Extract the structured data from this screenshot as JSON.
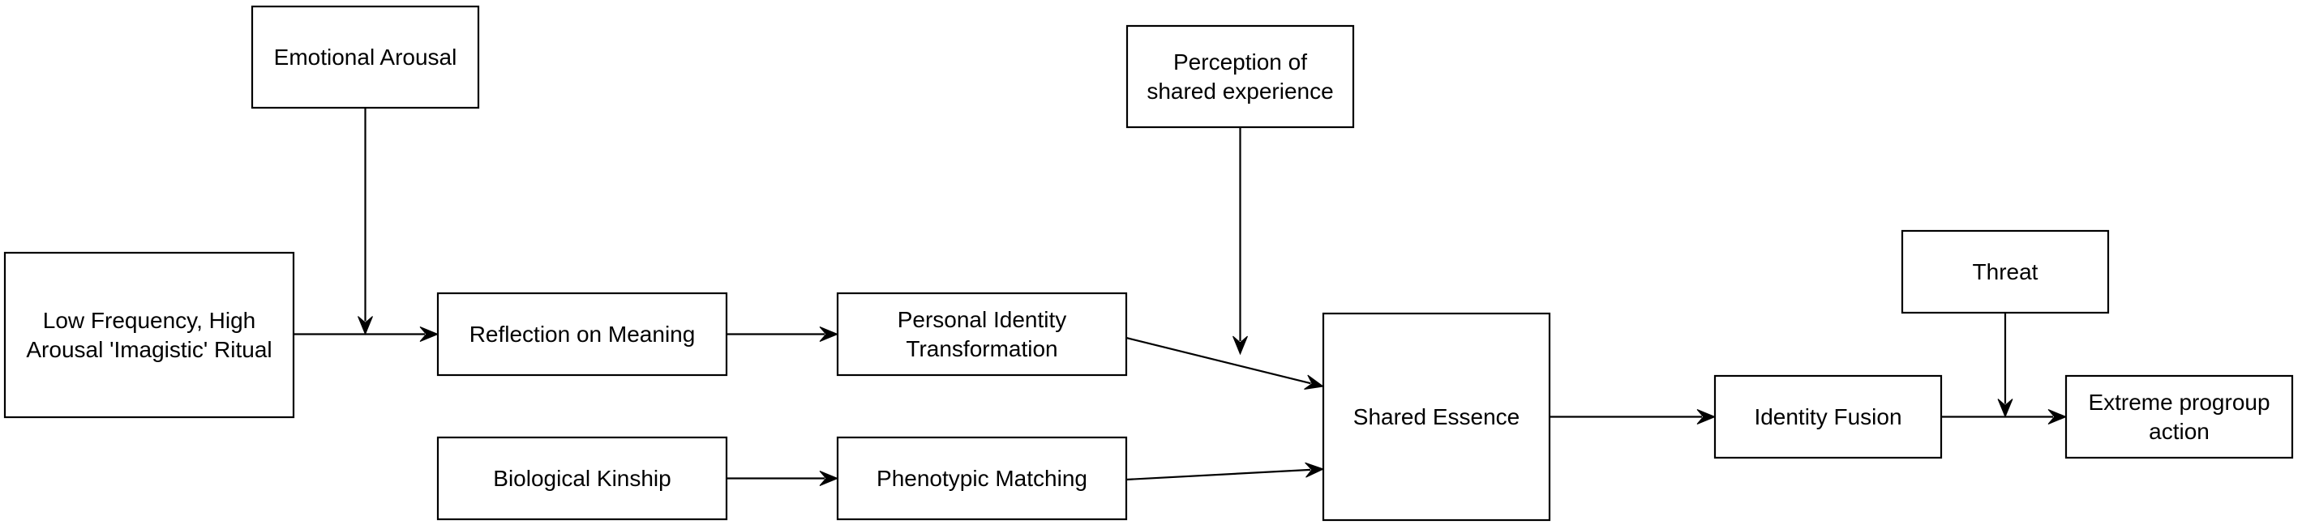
{
  "diagram": {
    "nodes": [
      {
        "id": "emotional_arousal",
        "lines": [
          "Emotional Arousal"
        ]
      },
      {
        "id": "low_freq_ritual",
        "lines": [
          "Low Frequency, High",
          "Arousal 'Imagistic' Ritual"
        ]
      },
      {
        "id": "reflection",
        "lines": [
          "Reflection on Meaning"
        ]
      },
      {
        "id": "personal_identity",
        "lines": [
          "Personal Identity",
          "Transformation"
        ]
      },
      {
        "id": "perception",
        "lines": [
          "Perception of",
          "shared experience"
        ]
      },
      {
        "id": "biological_kinship",
        "lines": [
          "Biological Kinship"
        ]
      },
      {
        "id": "phenotypic_matching",
        "lines": [
          "Phenotypic Matching"
        ]
      },
      {
        "id": "shared_essence",
        "lines": [
          "Shared Essence"
        ]
      },
      {
        "id": "identity_fusion",
        "lines": [
          "Identity Fusion"
        ]
      },
      {
        "id": "threat",
        "lines": [
          "Threat"
        ]
      },
      {
        "id": "extreme_action",
        "lines": [
          "Extreme progroup",
          "action"
        ]
      }
    ],
    "edges": [
      {
        "from": "low_freq_ritual",
        "to": "reflection"
      },
      {
        "from": "emotional_arousal",
        "to": "low_freq_ritual->reflection"
      },
      {
        "from": "reflection",
        "to": "personal_identity"
      },
      {
        "from": "personal_identity",
        "to": "shared_essence"
      },
      {
        "from": "perception",
        "to": "personal_identity->shared_essence"
      },
      {
        "from": "biological_kinship",
        "to": "phenotypic_matching"
      },
      {
        "from": "phenotypic_matching",
        "to": "shared_essence"
      },
      {
        "from": "shared_essence",
        "to": "identity_fusion"
      },
      {
        "from": "identity_fusion",
        "to": "extreme_action"
      },
      {
        "from": "threat",
        "to": "identity_fusion->extreme_action"
      }
    ]
  }
}
